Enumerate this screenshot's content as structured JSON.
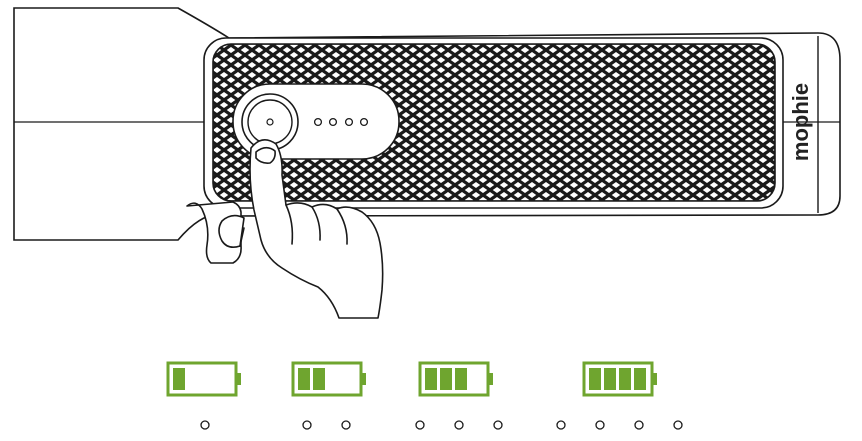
{
  "device": {
    "brand": "mophie"
  },
  "colors": {
    "battery_fill": "#6FA52F",
    "line": "#1a1a1a"
  },
  "indicator_legend": [
    {
      "filled_bars": 1,
      "total_bars": 4,
      "led_dots": 1
    },
    {
      "filled_bars": 2,
      "total_bars": 4,
      "led_dots": 2
    },
    {
      "filled_bars": 3,
      "total_bars": 4,
      "led_dots": 3
    },
    {
      "filled_bars": 4,
      "total_bars": 4,
      "led_dots": 4
    }
  ]
}
